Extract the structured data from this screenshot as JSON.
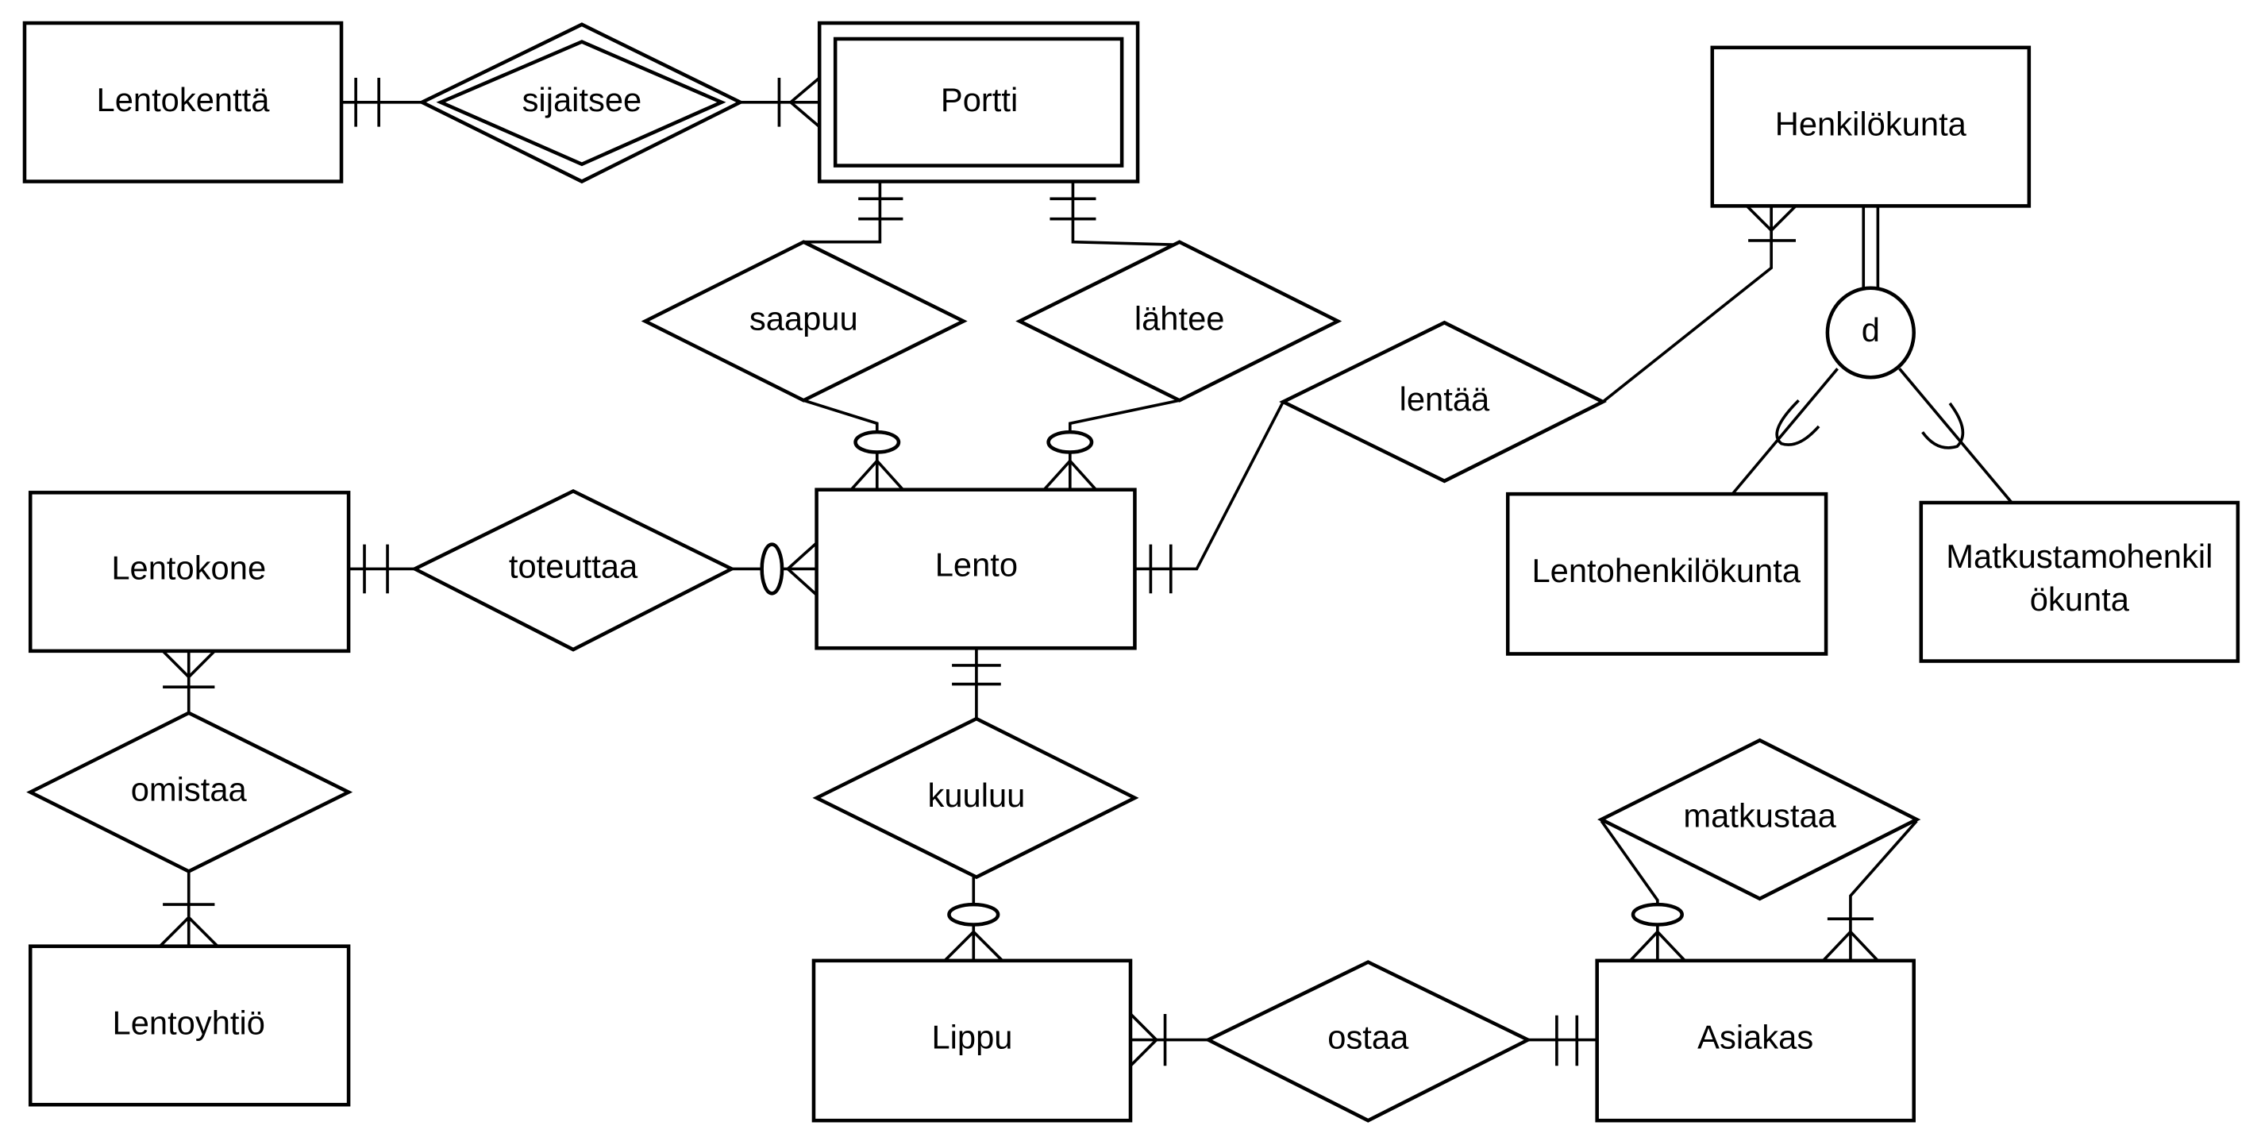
{
  "colors": {
    "stroke": "#000000",
    "background": "#ffffff"
  },
  "entities": {
    "lentokentta": "Lentokenttä",
    "portti": "Portti",
    "henkilokunta": "Henkilökunta",
    "lentokone": "Lentokone",
    "lento": "Lento",
    "lentohenkilokunta": "Lentohenkilökunta",
    "matkustamo_line1": "Matkustamohenkil",
    "matkustamo_line2": "ökunta",
    "lentoyhtio": "Lentoyhtiö",
    "lippu": "Lippu",
    "asiakas": "Asiakas"
  },
  "relationships": {
    "sijaitsee": "sijaitsee",
    "saapuu": "saapuu",
    "lahtee": "lähtee",
    "lentaa": "lentää",
    "toteuttaa": "toteuttaa",
    "omistaa": "omistaa",
    "kuuluu": "kuuluu",
    "matkustaa": "matkustaa",
    "ostaa": "ostaa"
  },
  "specialization": {
    "type": "d"
  }
}
